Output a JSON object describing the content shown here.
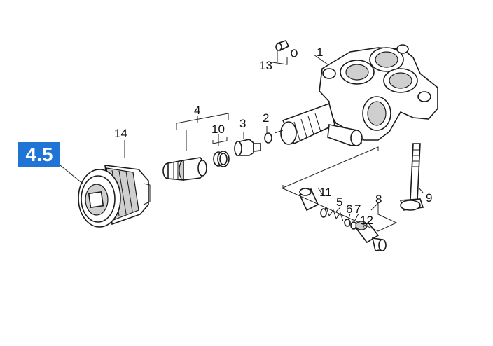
{
  "badge": {
    "text": "4.5",
    "color": "#1f74d6"
  },
  "callouts": [
    "1",
    "2",
    "3",
    "4",
    "5",
    "6",
    "7",
    "8",
    "9",
    "10",
    "11",
    "12",
    "13",
    "14"
  ]
}
